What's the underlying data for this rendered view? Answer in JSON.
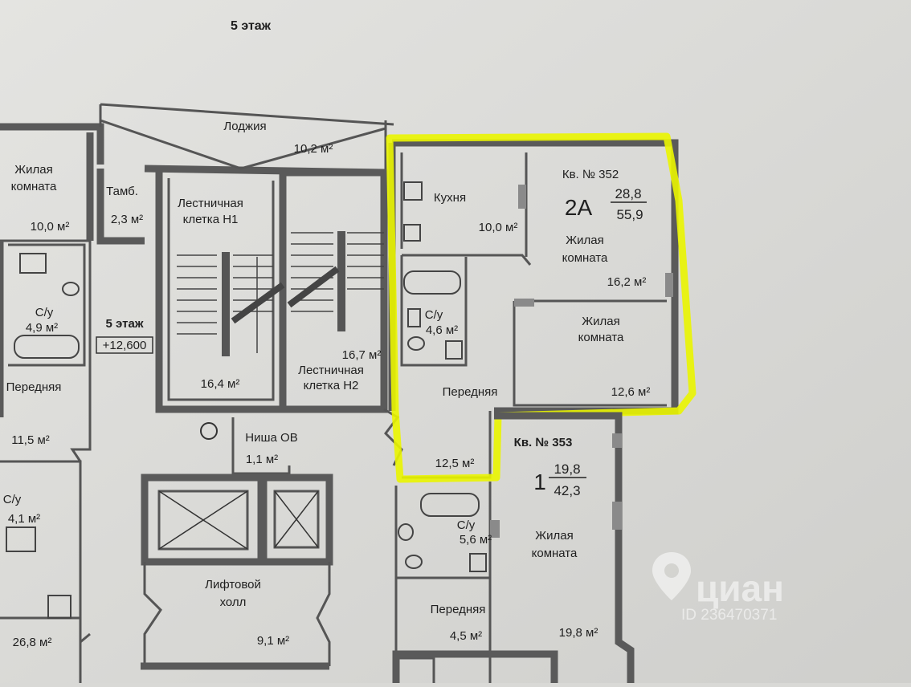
{
  "floor_title": "5 этаж",
  "level": {
    "label": "5 этаж",
    "mark": "+12,600"
  },
  "loggia": {
    "label": "Лоджия",
    "area": "10,2 м²"
  },
  "left_apartment": {
    "room": {
      "label": "Жилая\nкомната",
      "area": "10,0 м²"
    },
    "vestibule": {
      "label": "Тамб.",
      "area": "2,3 м²"
    },
    "bath": {
      "label": "С/у",
      "area": "4,9 м²"
    },
    "hall": {
      "label": "Передняя",
      "area": "11,5 м²"
    },
    "bath2": {
      "label": "С/у",
      "area": "4,1 м²"
    },
    "room2": {
      "area": "26,8 м²"
    }
  },
  "stair_h1": {
    "label": "Лестничная\nклетка Н1",
    "area": "16,4 м²"
  },
  "stair_h2": {
    "label": "Лестничная\nклетка Н2",
    "area": "16,7 м²"
  },
  "niche": {
    "label": "Ниша ОВ",
    "area": "1,1 м²"
  },
  "lift_hall": {
    "label": "Лифтовой\nхолл",
    "area": "9,1 м²"
  },
  "apt_352": {
    "number": "Кв. № 352",
    "type": "2А",
    "living_area": "28,8",
    "total_area": "55,9",
    "kitchen": {
      "label": "Кухня",
      "area": "10,0 м²"
    },
    "room1": {
      "label": "Жилая\nкомната",
      "area": "16,2 м²"
    },
    "room2": {
      "label": "Жилая\nкомната",
      "area": "12,6 м²"
    },
    "bath": {
      "label": "С/у",
      "area": "4,6 м²"
    },
    "hall": {
      "label": "Передняя",
      "area": "12,5 м²"
    }
  },
  "apt_353": {
    "number": "Кв. № 353",
    "type": "1",
    "living_area": "19,8",
    "total_area": "42,3",
    "bath": {
      "label": "С/у",
      "area": "5,6 м²"
    },
    "room": {
      "label": "Жилая\nкомната",
      "area": "19,8 м²"
    },
    "hall": {
      "label": "Передняя",
      "area": "4,5 м²"
    }
  },
  "watermark": {
    "brand": "циан",
    "id": "ID 236470371"
  },
  "colors": {
    "paper": "#d9d9d6",
    "wall": "#5a5a5a",
    "highlight": "#eaf500"
  }
}
